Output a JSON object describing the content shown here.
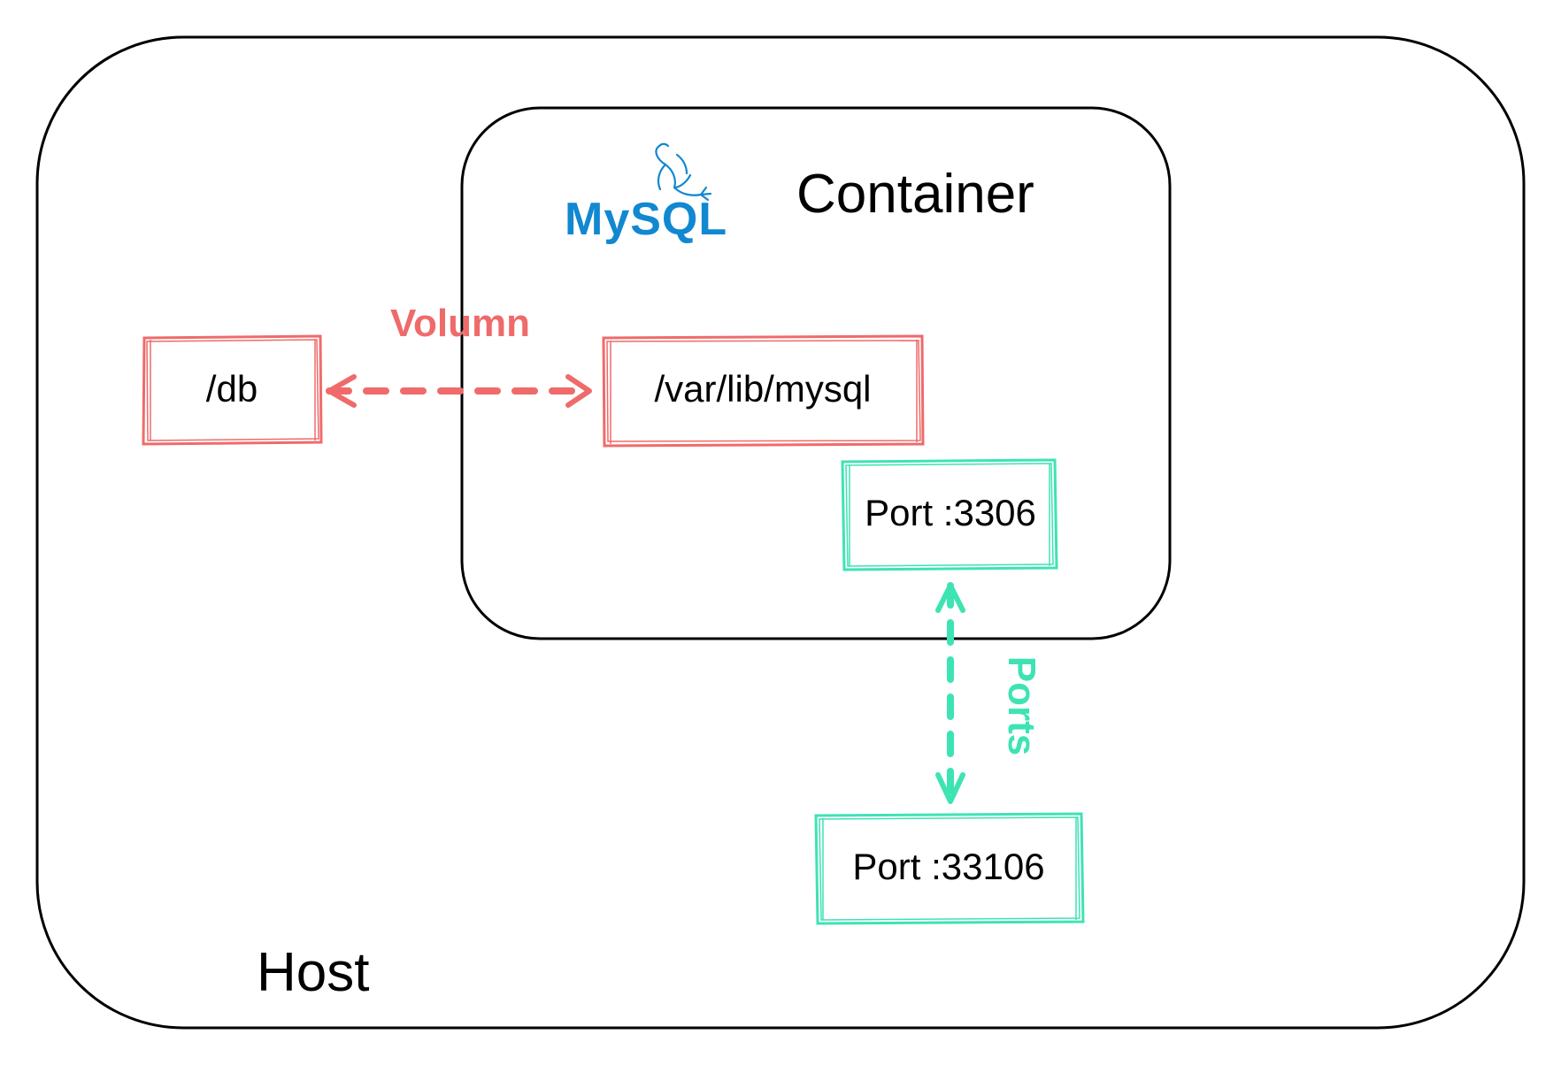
{
  "host": {
    "label": "Host"
  },
  "container": {
    "label": "Container",
    "logo_text": "MySQL"
  },
  "volume": {
    "label": "Volumn",
    "host_path": "/db",
    "container_path": "/var/lib/mysql"
  },
  "ports": {
    "label": "Ports",
    "container_port": "Port :3306",
    "host_port": "Port :33106"
  },
  "colors": {
    "outline": "#000000",
    "volume": "#ef6b6b",
    "ports": "#3ee3b4",
    "mysql_blue": "#1188d0",
    "background": "#ffffff"
  },
  "icons": {
    "logo": "mysql-dolphin-icon",
    "volume_link": "bidirectional-dashed-arrow-horizontal",
    "ports_link": "bidirectional-dashed-arrow-vertical"
  }
}
